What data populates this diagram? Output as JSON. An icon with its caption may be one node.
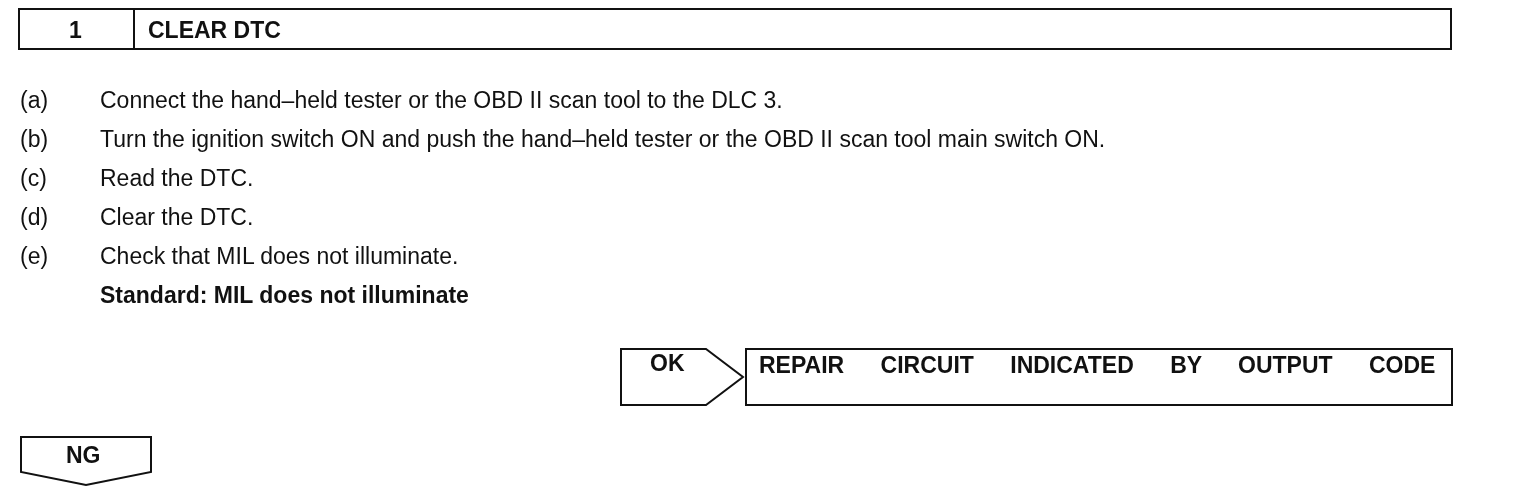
{
  "diagram": {
    "nodes": [
      {
        "text": [
          "1",
          "CLEAR DTC"
        ]
      },
      {
        "text": [
          "OK"
        ]
      },
      {
        "text": [
          "REPAIR CIRCUIT INDICATED BY OUTPUT CODE"
        ]
      },
      {
        "text": [
          "NG"
        ]
      }
    ],
    "edges": [],
    "labels": [
      "(a)",
      "Connect the hand–held tester or the OBD II scan tool to the DLC 3.",
      "(b)",
      "Turn the ignition switch ON and push the hand–held tester or the OBD II scan tool main switch ON.",
      "(c)",
      "Read the DTC.",
      "(d)",
      "Clear the DTC.",
      "(e)",
      "Check that MIL does not illuminate.",
      "Standard: MIL does not illuminate"
    ]
  }
}
